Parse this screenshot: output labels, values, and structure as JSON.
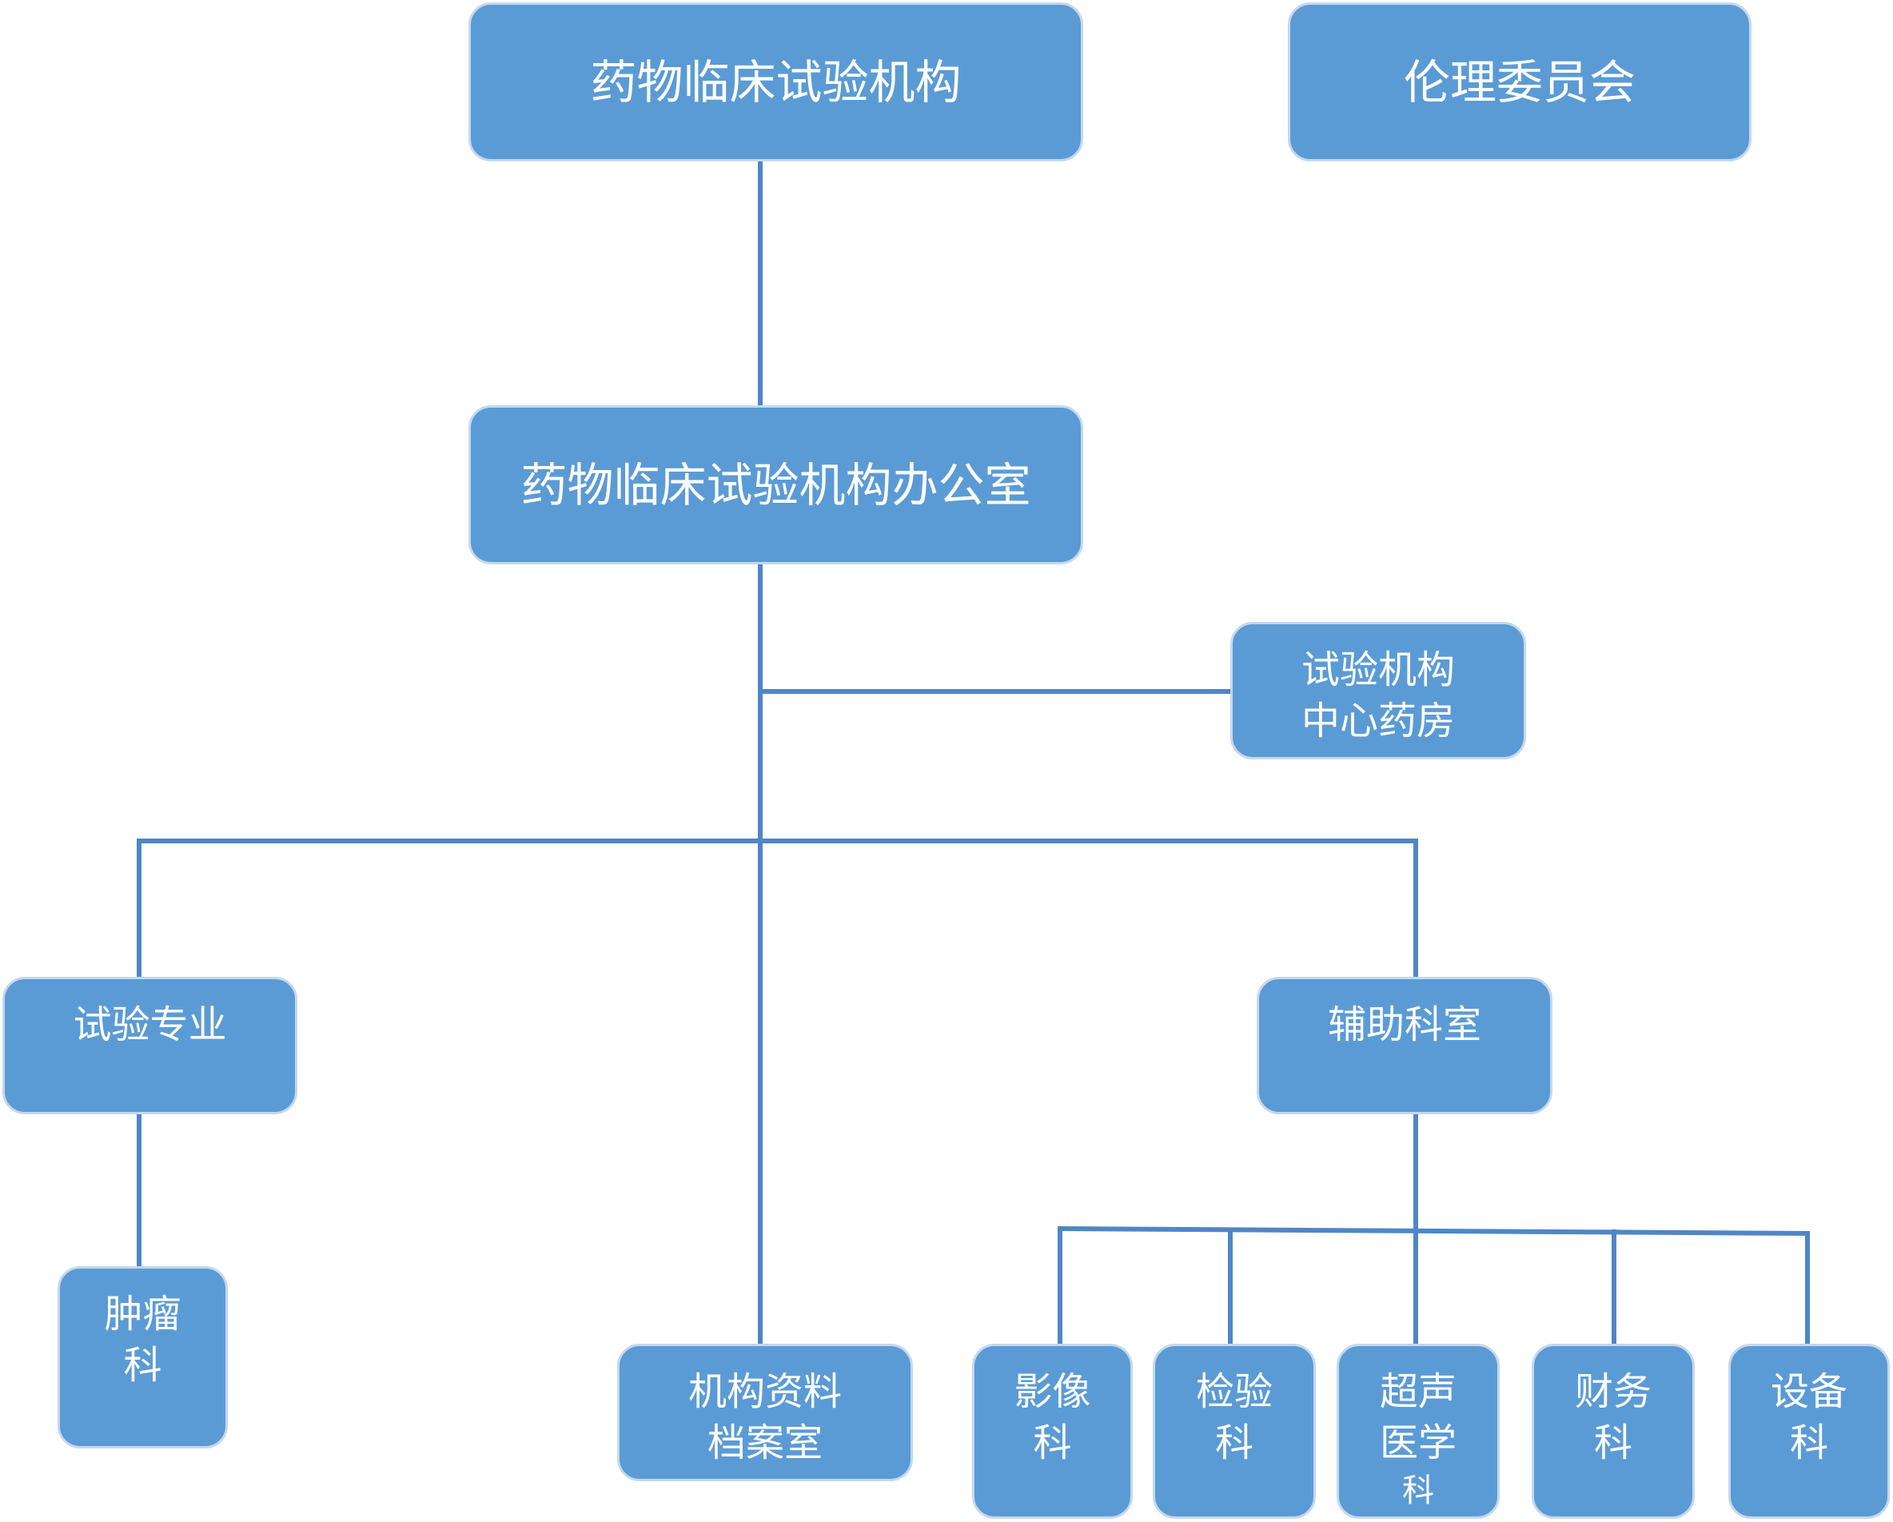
{
  "colors": {
    "box_fill": "#5B9BD5",
    "box_border": "#C4D8EE",
    "connector": "#4F86C6",
    "text": "#FFFFFF",
    "background": "#FFFFFF"
  },
  "nodes": {
    "institution": {
      "lines": [
        "药物临床试验机构"
      ]
    },
    "ethics_committee": {
      "lines": [
        "伦理委员会"
      ]
    },
    "office": {
      "lines": [
        "药物临床试验机构办公室"
      ]
    },
    "central_pharmacy": {
      "lines": [
        "试验机构",
        "中心药房"
      ]
    },
    "specialties": {
      "lines": [
        "试验专业"
      ]
    },
    "auxiliary_departments": {
      "lines": [
        "辅助科室"
      ]
    },
    "oncology": {
      "lines": [
        "肿瘤",
        "科"
      ]
    },
    "archive_room": {
      "lines": [
        "机构资料",
        "档案室"
      ]
    },
    "imaging": {
      "lines": [
        "影像",
        "科"
      ]
    },
    "laboratory": {
      "lines": [
        "检验",
        "科"
      ]
    },
    "ultrasound_medicine": {
      "lines": [
        "超声",
        "医学",
        "科"
      ]
    },
    "finance": {
      "lines": [
        "财务",
        "科"
      ]
    },
    "equipment": {
      "lines": [
        "设备",
        "科"
      ]
    }
  }
}
